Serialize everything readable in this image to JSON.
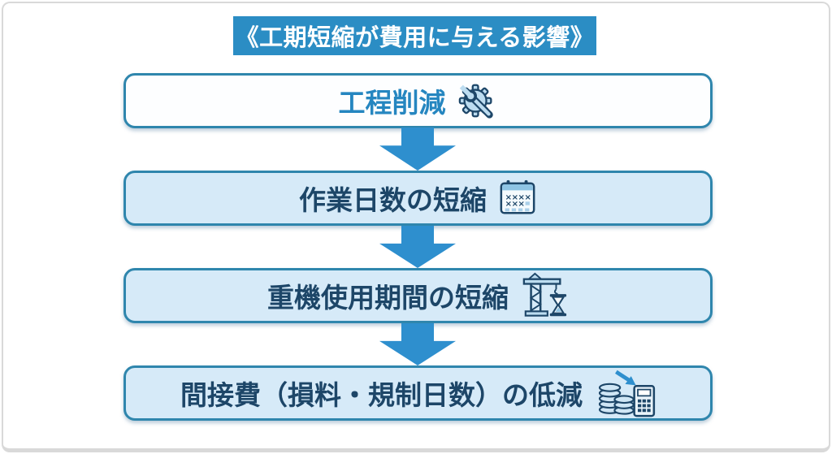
{
  "title": {
    "text": "《工期短縮が費用に与える影響》",
    "bg_color": "#2b8dc4",
    "text_color": "#ffffff"
  },
  "flow": {
    "box_border_color": "#2f86ad",
    "arrow_color": "#2e8fce",
    "boxes": [
      {
        "label": "工程削減",
        "icon": "gear-wrench-icon",
        "fill_color": "#ffffff",
        "label_color": "#2586c0"
      },
      {
        "label": "作業日数の短縮",
        "icon": "calendar-crossed-days-icon",
        "fill_color": "#d6eaf8",
        "label_color": "#1d4668"
      },
      {
        "label": "重機使用期間の短縮",
        "icon": "tower-crane-hourglass-icon",
        "fill_color": "#d6eaf8",
        "label_color": "#1d4668"
      },
      {
        "label": "間接費（損料・規制日数）の低減",
        "icon": "coins-calculator-decrease-icon",
        "fill_color": "#d6eaf8",
        "label_color": "#1d4668"
      }
    ]
  }
}
